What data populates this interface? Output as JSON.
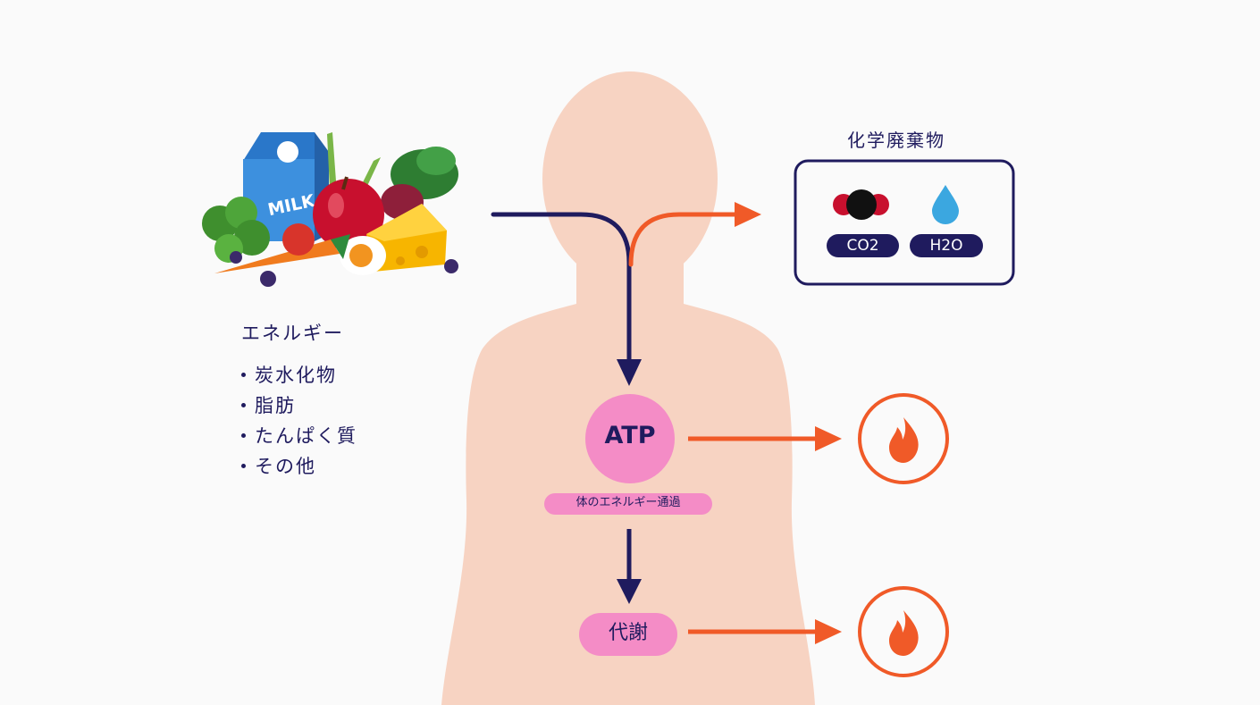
{
  "food": {
    "milk_label": "MILK"
  },
  "energy": {
    "title": "エネルギー",
    "items": [
      "炭水化物",
      "脂肪",
      "たんぱく質",
      "その他"
    ]
  },
  "waste": {
    "title": "化学廃棄物",
    "co2": "CO2",
    "h2o": "H2O"
  },
  "atp": {
    "label": "ATP",
    "sublabel": "体のエネルギー通過"
  },
  "metabolism": {
    "label": "代謝"
  },
  "colors": {
    "navy": "#1f1b5e",
    "orange": "#f05a28",
    "pink": "#f48cc6",
    "body": "#f7d3c2",
    "background": "#fafafa"
  }
}
